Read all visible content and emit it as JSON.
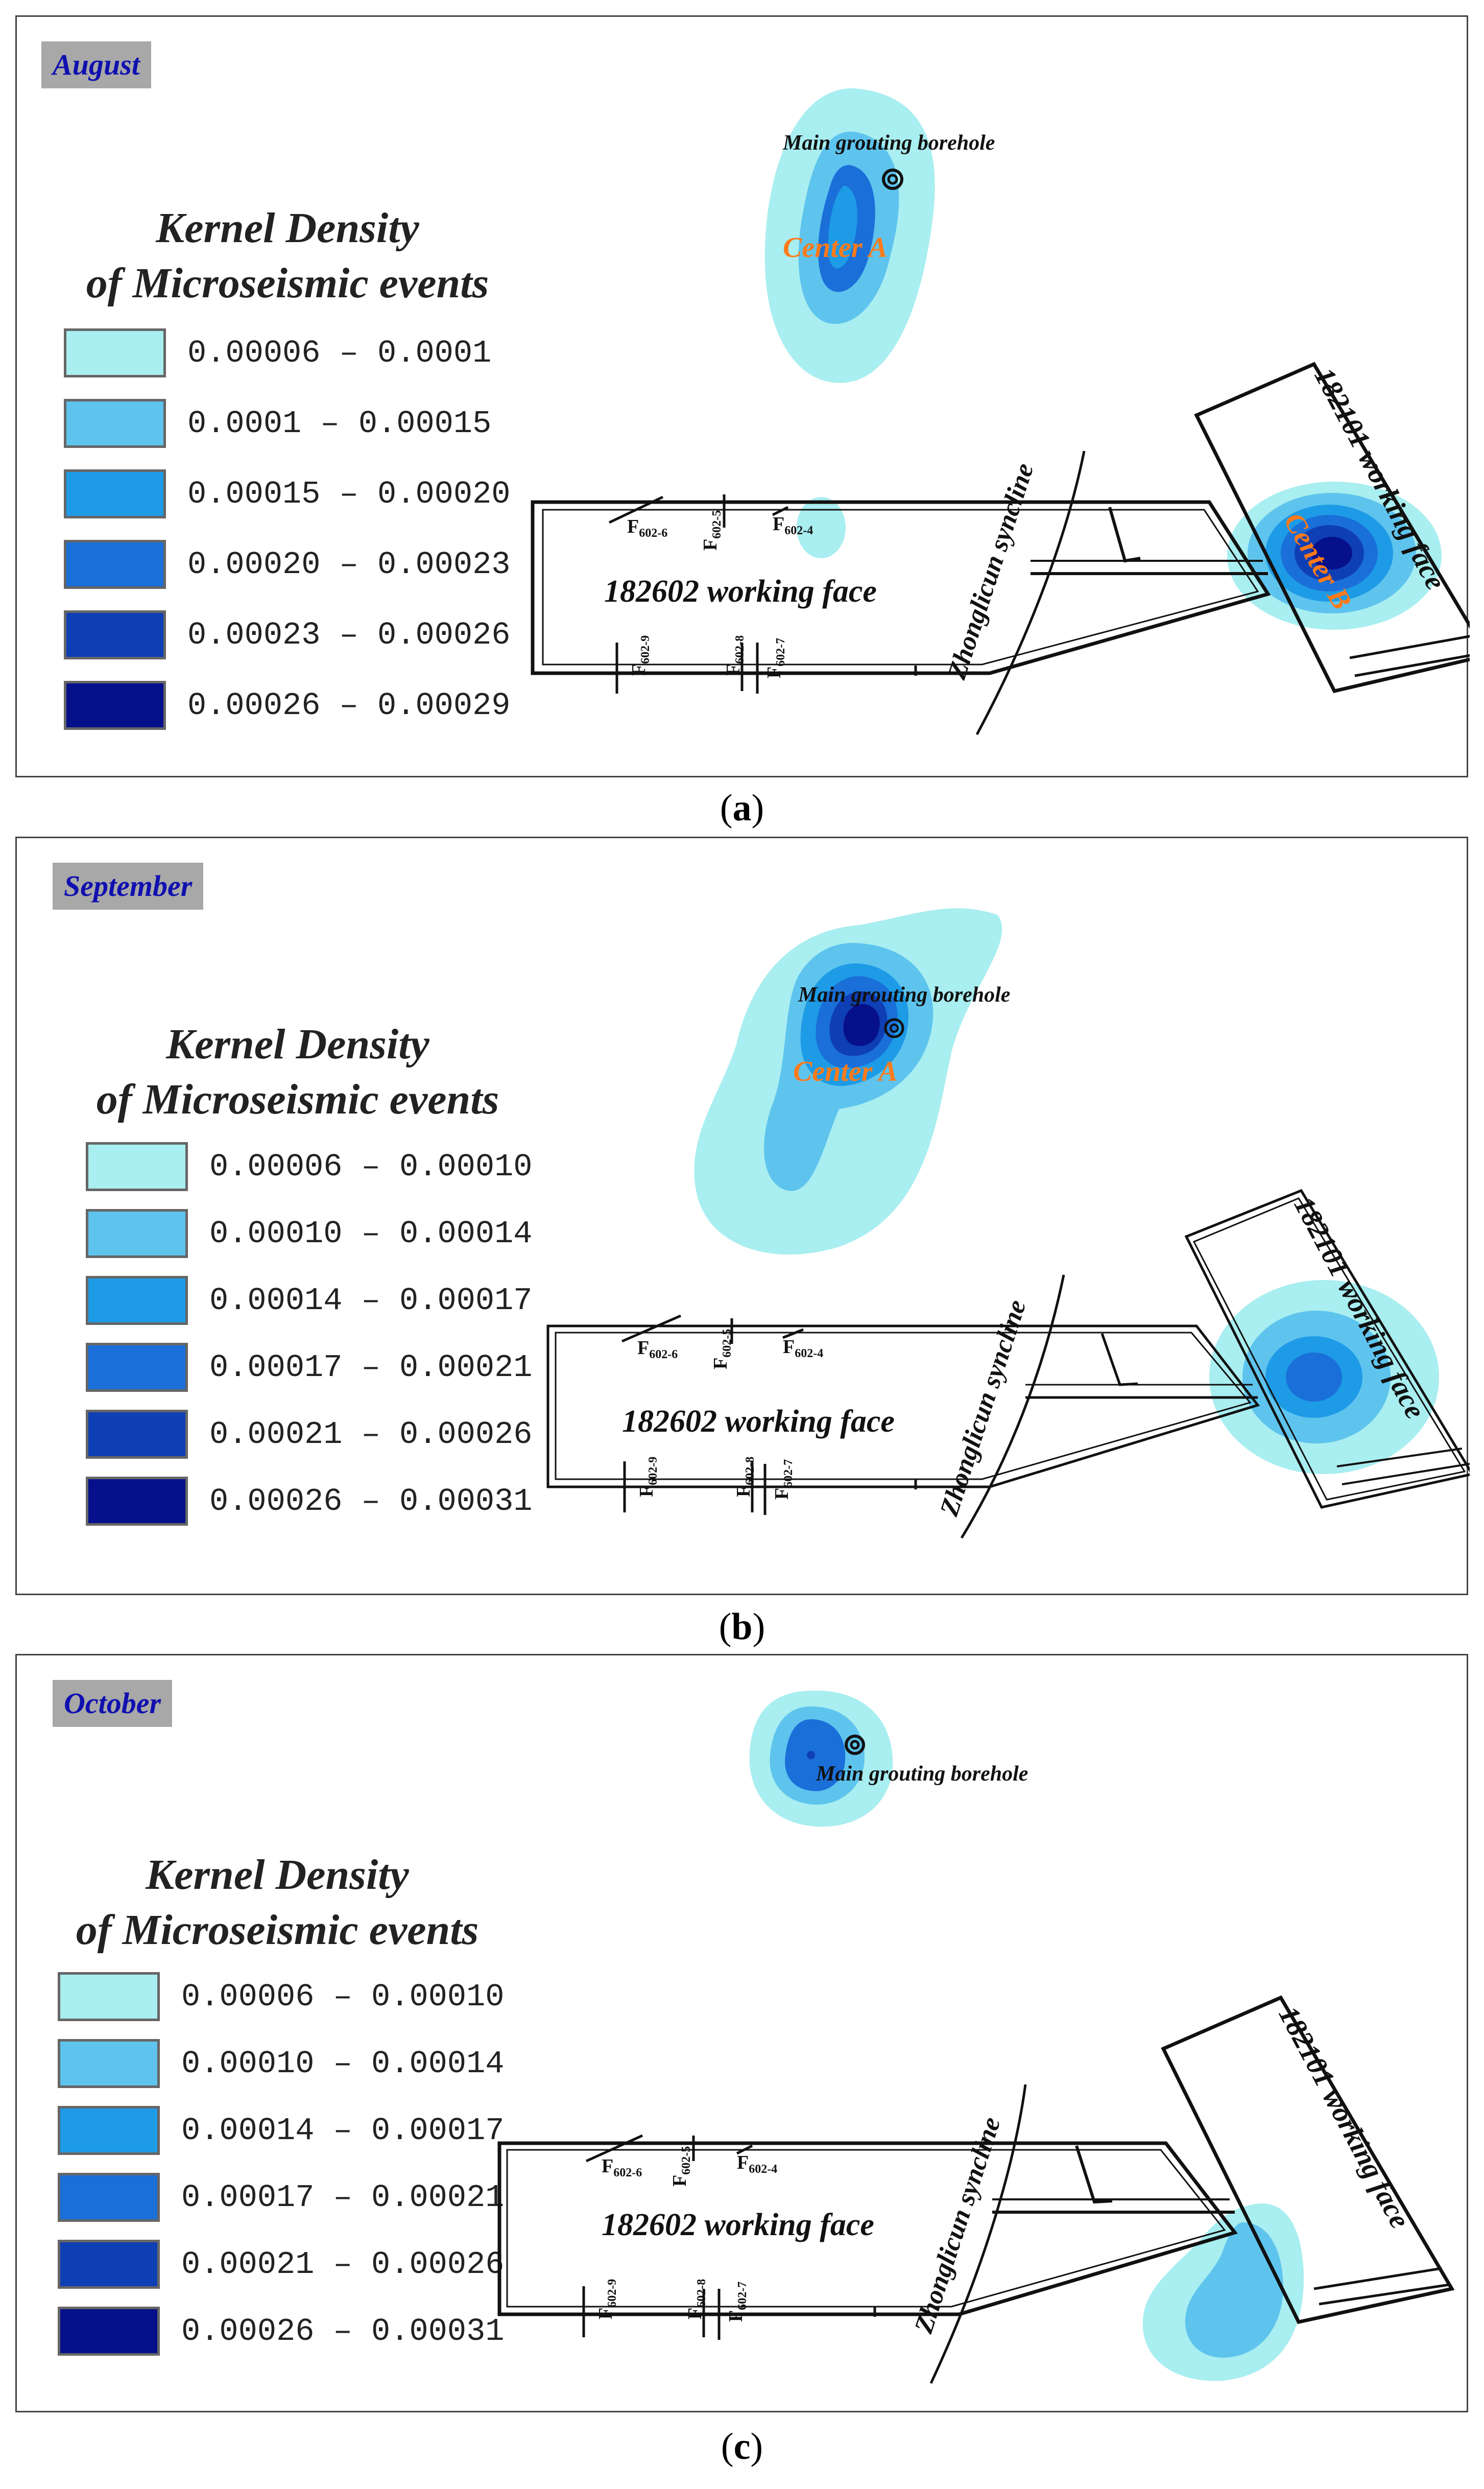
{
  "legend_title_line1": "Kernel Density",
  "legend_title_line2": "of Microseismic events",
  "colors": [
    "#a9eef0",
    "#5ec4ee",
    "#1e9be6",
    "#1a6fd8",
    "#0f3fb4",
    "#06108a"
  ],
  "labels": {
    "borehole": "Main grouting borehole",
    "center_a": "Center A",
    "center_b": "Center B",
    "working_face_1": "182602 working face",
    "working_face_2": "182101 working face",
    "syncline": "Zhonglicun syncline",
    "fault_f": "F",
    "f6026": "602-6",
    "f6025": "602-5",
    "f6024": "602-4",
    "f6029": "602-9",
    "f6028": "602-8",
    "f6027": "602-7"
  },
  "panels": [
    {
      "month": "August",
      "caption_letter": "a",
      "ranges": [
        "0.00006 – 0.0001",
        "0.0001 – 0.00015",
        "0.00015 – 0.00020",
        "0.00020 – 0.00023",
        "0.00023 – 0.00026",
        "0.00026 – 0.00029"
      ]
    },
    {
      "month": "September",
      "caption_letter": "b",
      "ranges": [
        "0.00006 – 0.00010",
        "0.00010 – 0.00014",
        "0.00014 – 0.00017",
        "0.00017 – 0.00021",
        "0.00021 – 0.00026",
        "0.00026 – 0.00031"
      ]
    },
    {
      "month": "October",
      "caption_letter": "c",
      "ranges": [
        "0.00006 – 0.00010",
        "0.00010 – 0.00014",
        "0.00014 – 0.00017",
        "0.00017 – 0.00021",
        "0.00021 – 0.00026",
        "0.00026 – 0.00031"
      ]
    }
  ]
}
